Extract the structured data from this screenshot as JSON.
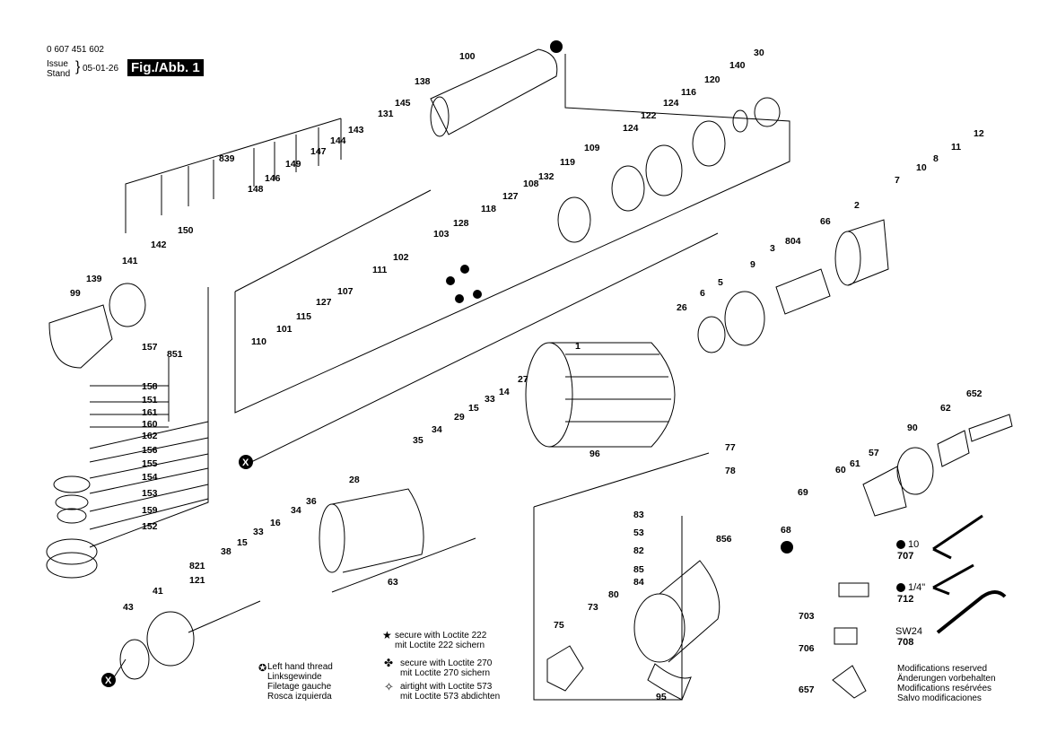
{
  "header": {
    "part_number": "0 607 451 602",
    "issue_label": "Issue",
    "stand_label": "Stand",
    "date": "05-01-26",
    "figure": "Fig./Abb. 1"
  },
  "legend": {
    "left_hand_thread": [
      "Left hand thread",
      "Linksgewinde",
      "Filetage gauche",
      "Rosca izquierda"
    ],
    "loctite_222": [
      "secure with Loctite 222",
      "mit Loctite 222 sichern"
    ],
    "loctite_270": [
      "secure with Loctite 270",
      "mit Loctite 270 sichern"
    ],
    "loctite_573": [
      "airtight with Loctite 573",
      "mit Loctite 573 abdichten"
    ]
  },
  "modifications": [
    "Modifications reserved",
    "Änderungen vorbehalten",
    "Modifications resérvées",
    "Salvo modificaciones"
  ],
  "tools": {
    "hex10": "10",
    "hex10_part": "707",
    "hex14": "1/4\"",
    "hex14_part": "712",
    "wrench_size": "SW24",
    "wrench_part": "708"
  },
  "part_labels": [
    "100",
    "138",
    "30",
    "140",
    "120",
    "116",
    "124",
    "122",
    "145",
    "131",
    "143",
    "144",
    "147",
    "149",
    "146",
    "148",
    "839",
    "142",
    "150",
    "141",
    "139",
    "99",
    "157",
    "851",
    "158",
    "151",
    "161",
    "160",
    "162",
    "156",
    "155",
    "154",
    "153",
    "159",
    "152",
    "124",
    "109",
    "119",
    "132",
    "108",
    "127",
    "118",
    "128",
    "103",
    "102",
    "111",
    "127",
    "115",
    "107",
    "101",
    "110",
    "12",
    "11",
    "8",
    "10",
    "7",
    "2",
    "66",
    "804",
    "3",
    "9",
    "5",
    "6",
    "26",
    "1",
    "27",
    "14",
    "33",
    "15",
    "29",
    "96",
    "35",
    "34",
    "28",
    "36",
    "34",
    "33",
    "16",
    "15",
    "38",
    "63",
    "821",
    "121",
    "41",
    "43",
    "77",
    "78",
    "83",
    "53",
    "82",
    "85",
    "84",
    "856",
    "68",
    "69",
    "60",
    "61",
    "57",
    "90",
    "62",
    "652",
    "73",
    "80",
    "75",
    "95",
    "703",
    "706",
    "657"
  ]
}
